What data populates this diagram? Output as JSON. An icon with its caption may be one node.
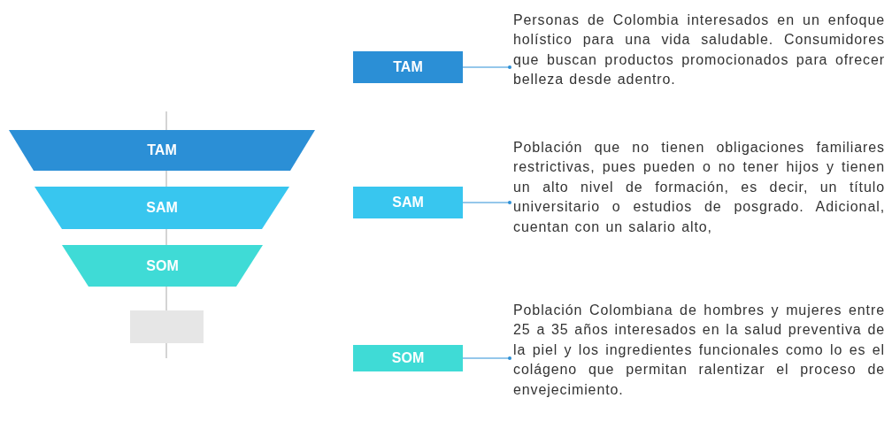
{
  "diagram": {
    "nodes": [
      {
        "text": [
          "TAM"
        ]
      },
      {
        "text": [
          "SAM"
        ]
      },
      {
        "text": [
          "SOM"
        ]
      },
      {
        "text": [],
        "shape": "box"
      },
      {
        "text": [
          "TAM"
        ]
      },
      {
        "text": [
          "SAM"
        ]
      },
      {
        "text": [
          "SOM"
        ]
      },
      {
        "text": [
          "Personas de Colombia interesados en un enfoque holístico para una vida saludable. Consumidores  que buscan productos promocionados para ofrecer belleza desde adentro."
        ]
      },
      {
        "text": [
          "Población que no tienen obligaciones familiares restrictivas, pues pueden o no tener hijos y tienen un alto nivel de formación, es decir, un título universitario o estudios de posgrado. Adicional, cuentan con un salario alto,"
        ]
      },
      {
        "text": [
          "Población Colombiana de hombres y mujeres entre 25 a 35 años interesados en la salud preventiva de la piel y los ingredientes funcionales como lo es el colágeno que permitan ralentizar el proceso de envejecimiento."
        ]
      }
    ],
    "edges": [
      {
        "from": 4,
        "to": 7,
        "arrow": "other"
      },
      {
        "from": 5,
        "to": 8,
        "arrow": "other"
      },
      {
        "from": 6,
        "to": 9,
        "arrow": "other"
      }
    ]
  }
}
